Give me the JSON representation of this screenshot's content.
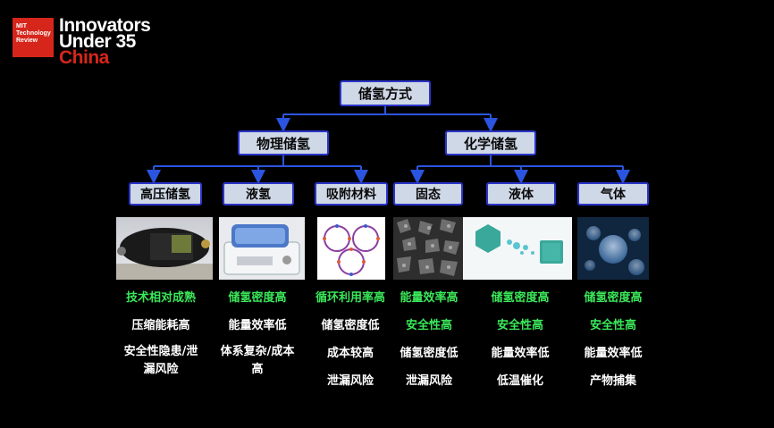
{
  "logo": {
    "mark": [
      "MIT",
      "Technology",
      "Review"
    ],
    "line1": "Innovators",
    "line2": "Under 35",
    "line3": "China",
    "mark_color": "#d6261b"
  },
  "root": "储氢方式",
  "level2": [
    "物理储氢",
    "化学储氢"
  ],
  "level3": [
    "高压储氢",
    "液氢",
    "吸附材料",
    "固态",
    "液体",
    "气体"
  ],
  "columns": [
    {
      "pros": [
        "技术相对成熟"
      ],
      "cons": [
        "压缩能耗高",
        "安全性隐患/泄漏风险"
      ]
    },
    {
      "pros": [
        "储氢密度高"
      ],
      "cons": [
        "能量效率低",
        "体系复杂/成本高"
      ]
    },
    {
      "pros": [
        "循环利用率高"
      ],
      "cons": [
        "储氢密度低",
        "成本较高",
        "泄漏风险"
      ]
    },
    {
      "pros": [
        "能量效率高",
        "安全性高"
      ],
      "cons": [
        "储氢密度低",
        "泄漏风险"
      ]
    },
    {
      "pros": [
        "储氢密度高",
        "安全性高"
      ],
      "cons": [
        "能量效率低",
        "低温催化"
      ]
    },
    {
      "pros": [
        "储氢密度高",
        "安全性高"
      ],
      "cons": [
        "能量效率低",
        "产物捕集"
      ]
    }
  ],
  "colors": {
    "box_fill": "#cfd8e6",
    "box_border": "#2b35c8",
    "connector": "#2b55e0",
    "advantage": "#3be85a",
    "disadvantage": "#ffffff"
  }
}
